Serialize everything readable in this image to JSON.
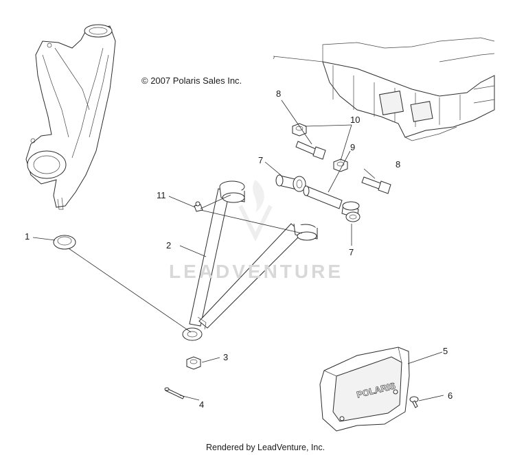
{
  "copyright": "© 2007 Polaris Sales Inc.",
  "footer": "Rendered by LeadVenture, Inc.",
  "watermark": "LEADVENTURE",
  "cover_logo": "POLARIS",
  "callouts": {
    "c1": "1",
    "c2": "2",
    "c3": "3",
    "c4": "4",
    "c5": "5",
    "c6": "6",
    "c7a": "7",
    "c7b": "7",
    "c8a": "8",
    "c8b": "8",
    "c9": "9",
    "c10": "10",
    "c11": "11"
  }
}
